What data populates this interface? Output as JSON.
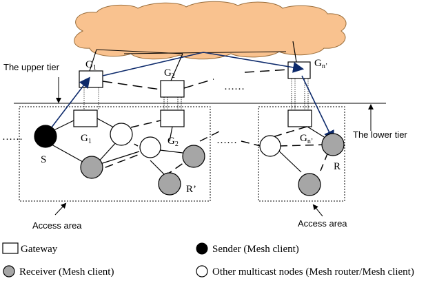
{
  "colors": {
    "cloud_fill": "#f9c28f",
    "cloud_stroke": "#9a6d3a",
    "receiver_fill": "#a6a6a6",
    "sender_fill": "#000000",
    "other_fill": "#ffffff",
    "arrow": "#0d2a6b"
  },
  "labels": {
    "upper_tier": "The upper tier",
    "lower_tier": "The lower tier",
    "access_area_left": "Access area",
    "access_area_right": "Access area",
    "dots_left": "……",
    "dots_mid": "……",
    "dots_upper": "……",
    "sender": "S",
    "receiver": "R",
    "receiver_prime": "R’"
  },
  "gateway_labels": [
    {
      "main": "G",
      "sub": "1"
    },
    {
      "main": "G",
      "sub": "2"
    },
    {
      "main": "G",
      "sub": "n’"
    },
    {
      "main": "G",
      "sub": "1"
    },
    {
      "main": "G",
      "sub": "2"
    },
    {
      "main": "G",
      "sub": "n’"
    }
  ],
  "legend": {
    "gateway": "Gateway",
    "sender": "Sender (Mesh client)",
    "receiver": "Receiver (Mesh client)",
    "other": "Other multicast nodes (Mesh router/Mesh client)"
  }
}
